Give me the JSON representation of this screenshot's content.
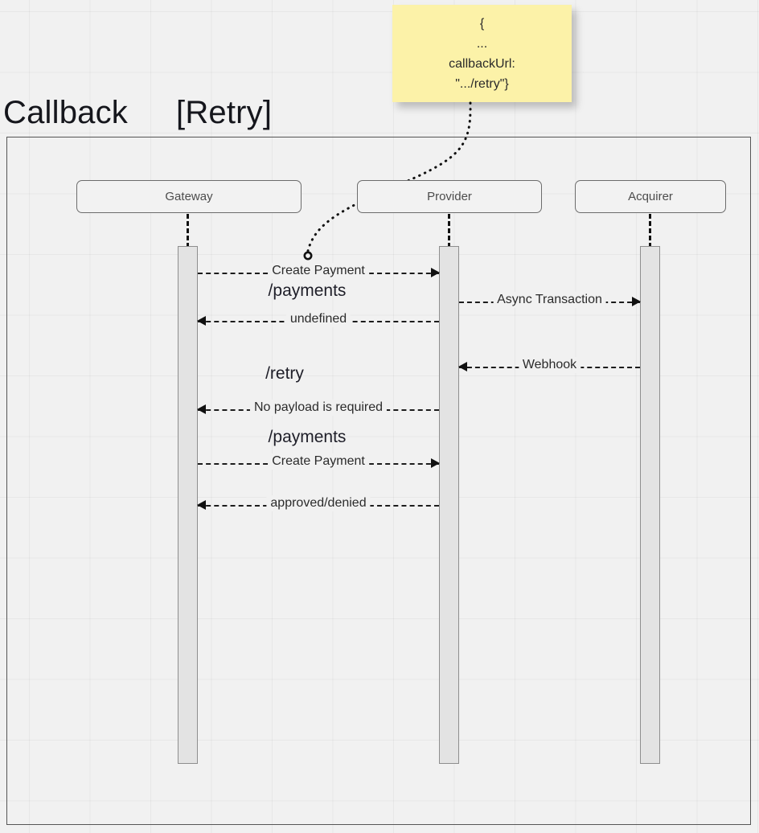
{
  "title": {
    "main": "Callback",
    "fragment": "[Retry]"
  },
  "note": {
    "lines": [
      "{",
      "...",
      "callbackUrl:",
      "\".../retry\"}"
    ]
  },
  "participants": [
    {
      "name": "Gateway"
    },
    {
      "name": "Provider"
    },
    {
      "name": "Acquirer"
    }
  ],
  "messages": [
    {
      "label": "Create Payment",
      "from": "Gateway",
      "to": "Provider",
      "direction": "right"
    },
    {
      "label": "Async Transaction",
      "from": "Provider",
      "to": "Acquirer",
      "direction": "right"
    },
    {
      "label": "undefined",
      "from": "Provider",
      "to": "Gateway",
      "direction": "left"
    },
    {
      "label": "Webhook",
      "from": "Acquirer",
      "to": "Provider",
      "direction": "left"
    },
    {
      "label": "No payload is required",
      "from": "Provider",
      "to": "Gateway",
      "direction": "left"
    },
    {
      "label": "Create Payment",
      "from": "Gateway",
      "to": "Provider",
      "direction": "right"
    },
    {
      "label": "approved/denied",
      "from": "Provider",
      "to": "Gateway",
      "direction": "left"
    }
  ],
  "captions": [
    {
      "text": "/payments"
    },
    {
      "text": "/retry"
    },
    {
      "text": "/payments"
    }
  ],
  "colors": {
    "background": "#f1f1f1",
    "note": "#fcf2a8",
    "frame_border": "#555555",
    "activation_fill": "#e3e3e3",
    "line": "#1c1c1c"
  }
}
